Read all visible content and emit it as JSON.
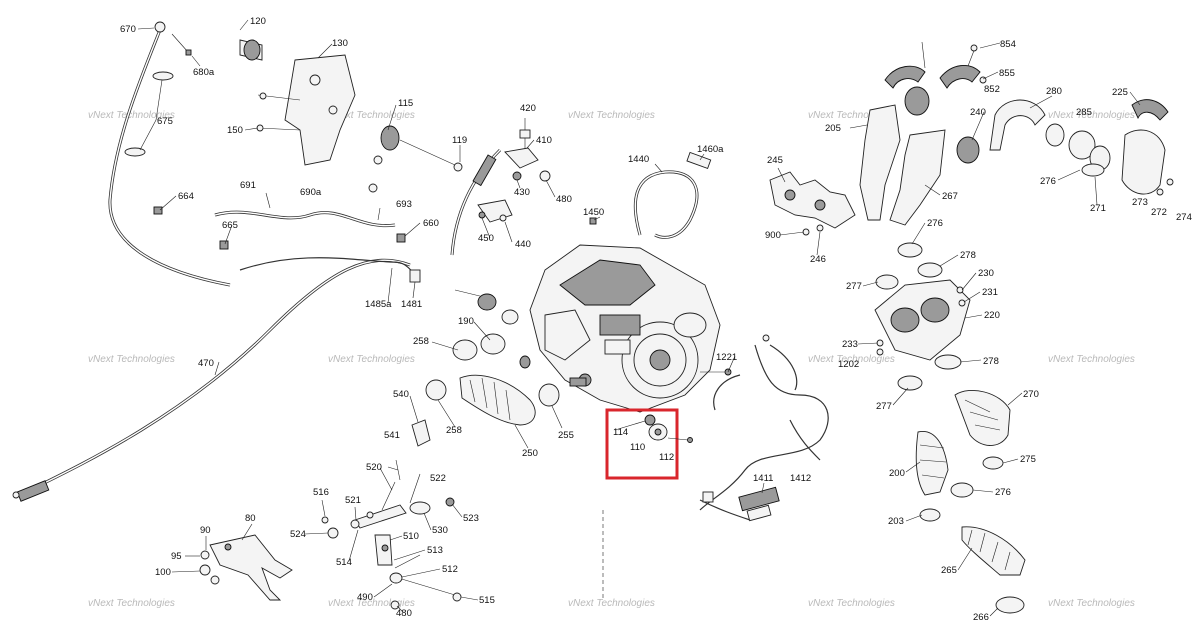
{
  "diagram": {
    "watermark_text": "vNext Technologies",
    "highlight_color": "#d9262c",
    "part_labels": [
      {
        "id": "670",
        "text": "670"
      },
      {
        "id": "120",
        "text": "120"
      },
      {
        "id": "130",
        "text": "130"
      },
      {
        "id": "680a",
        "text": "680a"
      },
      {
        "id": "675",
        "text": "675"
      },
      {
        "id": "115",
        "text": "115"
      },
      {
        "id": "150",
        "text": "150"
      },
      {
        "id": "119",
        "text": "119"
      },
      {
        "id": "420",
        "text": "420"
      },
      {
        "id": "410",
        "text": "410"
      },
      {
        "id": "430",
        "text": "430"
      },
      {
        "id": "480a",
        "text": "480"
      },
      {
        "id": "1440",
        "text": "1440"
      },
      {
        "id": "1460a",
        "text": "1460a"
      },
      {
        "id": "664",
        "text": "664"
      },
      {
        "id": "691",
        "text": "691"
      },
      {
        "id": "690a",
        "text": "690a"
      },
      {
        "id": "693",
        "text": "693"
      },
      {
        "id": "665",
        "text": "665"
      },
      {
        "id": "660",
        "text": "660"
      },
      {
        "id": "450",
        "text": "450"
      },
      {
        "id": "440",
        "text": "440"
      },
      {
        "id": "1450",
        "text": "1450"
      },
      {
        "id": "1485a",
        "text": "1485a"
      },
      {
        "id": "1481",
        "text": "1481"
      },
      {
        "id": "470",
        "text": "470"
      },
      {
        "id": "190",
        "text": "190"
      },
      {
        "id": "258a",
        "text": "258"
      },
      {
        "id": "258b",
        "text": "258"
      },
      {
        "id": "540",
        "text": "540"
      },
      {
        "id": "250",
        "text": "250"
      },
      {
        "id": "255",
        "text": "255"
      },
      {
        "id": "541",
        "text": "541"
      },
      {
        "id": "520",
        "text": "520"
      },
      {
        "id": "522",
        "text": "522"
      },
      {
        "id": "516",
        "text": "516"
      },
      {
        "id": "521",
        "text": "521"
      },
      {
        "id": "523",
        "text": "523"
      },
      {
        "id": "530",
        "text": "530"
      },
      {
        "id": "524",
        "text": "524"
      },
      {
        "id": "510",
        "text": "510"
      },
      {
        "id": "514",
        "text": "514"
      },
      {
        "id": "513",
        "text": "513"
      },
      {
        "id": "512",
        "text": "512"
      },
      {
        "id": "490",
        "text": "490"
      },
      {
        "id": "480b",
        "text": "480"
      },
      {
        "id": "515",
        "text": "515"
      },
      {
        "id": "80",
        "text": "80"
      },
      {
        "id": "90",
        "text": "90"
      },
      {
        "id": "95",
        "text": "95"
      },
      {
        "id": "100",
        "text": "100"
      },
      {
        "id": "114",
        "text": "114"
      },
      {
        "id": "110",
        "text": "110"
      },
      {
        "id": "112",
        "text": "112"
      },
      {
        "id": "1221",
        "text": "1221"
      },
      {
        "id": "1411",
        "text": "1411"
      },
      {
        "id": "1412",
        "text": "1412"
      },
      {
        "id": "854",
        "text": "854"
      },
      {
        "id": "855",
        "text": "855"
      },
      {
        "id": "852",
        "text": "852"
      },
      {
        "id": "205",
        "text": "205"
      },
      {
        "id": "240",
        "text": "240"
      },
      {
        "id": "280",
        "text": "280"
      },
      {
        "id": "285",
        "text": "285"
      },
      {
        "id": "225",
        "text": "225"
      },
      {
        "id": "245",
        "text": "245"
      },
      {
        "id": "267",
        "text": "267"
      },
      {
        "id": "276a",
        "text": "276"
      },
      {
        "id": "276b",
        "text": "276"
      },
      {
        "id": "271",
        "text": "271"
      },
      {
        "id": "273",
        "text": "273"
      },
      {
        "id": "272",
        "text": "272"
      },
      {
        "id": "274",
        "text": "274"
      },
      {
        "id": "900",
        "text": "900"
      },
      {
        "id": "246",
        "text": "246"
      },
      {
        "id": "278a",
        "text": "278"
      },
      {
        "id": "277a",
        "text": "277"
      },
      {
        "id": "230",
        "text": "230"
      },
      {
        "id": "231",
        "text": "231"
      },
      {
        "id": "220",
        "text": "220"
      },
      {
        "id": "233",
        "text": "233"
      },
      {
        "id": "1202",
        "text": "1202"
      },
      {
        "id": "278b",
        "text": "278"
      },
      {
        "id": "277b",
        "text": "277"
      },
      {
        "id": "270",
        "text": "270"
      },
      {
        "id": "200",
        "text": "200"
      },
      {
        "id": "275",
        "text": "275"
      },
      {
        "id": "276c",
        "text": "276"
      },
      {
        "id": "203",
        "text": "203"
      },
      {
        "id": "265",
        "text": "265"
      },
      {
        "id": "266",
        "text": "266"
      }
    ]
  }
}
